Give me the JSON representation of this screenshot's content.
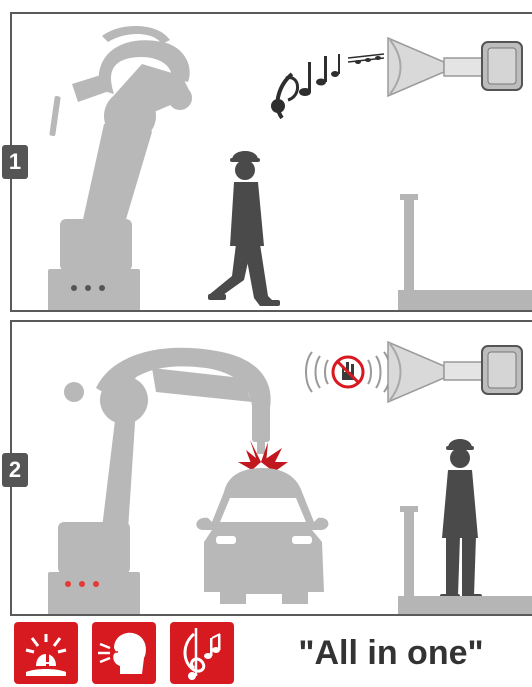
{
  "steps": [
    {
      "number": "1",
      "robot_status_light": "#555555",
      "speaker_sound": "music-notes"
    },
    {
      "number": "2",
      "robot_status_light": "#e53935",
      "speaker_sound": "stop-warning"
    }
  ],
  "features": [
    {
      "icon": "alarm-siren-icon"
    },
    {
      "icon": "voice-announcement-icon"
    },
    {
      "icon": "music-icon"
    }
  ],
  "tagline": "\"All in one\"",
  "colors": {
    "machine_gray": "#b5b5b5",
    "person_gray": "#4a4a4a",
    "accent_red": "#d71920"
  }
}
